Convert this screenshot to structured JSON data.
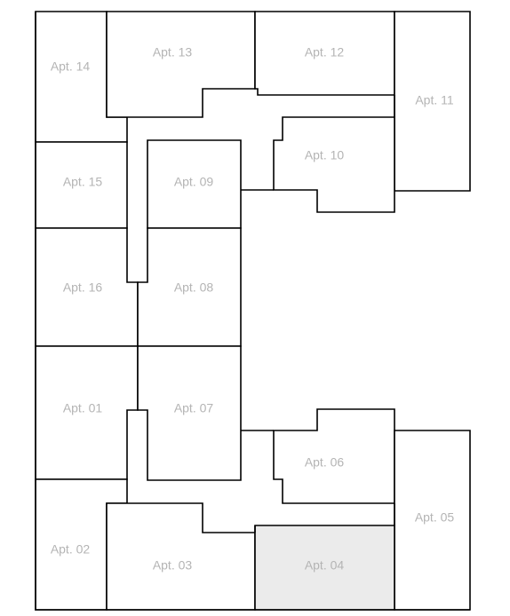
{
  "floor_plan": {
    "selected_apartment": "Apt. 04",
    "colors": {
      "wall": "#000000",
      "room_fill": "#ffffff",
      "selected_fill": "#ebebeb",
      "label": "#b4b4b4"
    },
    "apartments": [
      {
        "id": "apt-14",
        "label": "Apt. 14"
      },
      {
        "id": "apt-13",
        "label": "Apt. 13"
      },
      {
        "id": "apt-12",
        "label": "Apt. 12"
      },
      {
        "id": "apt-11",
        "label": "Apt. 11"
      },
      {
        "id": "apt-10",
        "label": "Apt. 10"
      },
      {
        "id": "apt-15",
        "label": "Apt. 15"
      },
      {
        "id": "apt-09",
        "label": "Apt. 09"
      },
      {
        "id": "apt-16",
        "label": "Apt. 16"
      },
      {
        "id": "apt-08",
        "label": "Apt. 08"
      },
      {
        "id": "apt-01",
        "label": "Apt. 01"
      },
      {
        "id": "apt-07",
        "label": "Apt. 07"
      },
      {
        "id": "apt-06",
        "label": "Apt. 06"
      },
      {
        "id": "apt-05",
        "label": "Apt. 05"
      },
      {
        "id": "apt-02",
        "label": "Apt. 02"
      },
      {
        "id": "apt-03",
        "label": "Apt. 03"
      },
      {
        "id": "apt-04",
        "label": "Apt. 04"
      }
    ]
  }
}
